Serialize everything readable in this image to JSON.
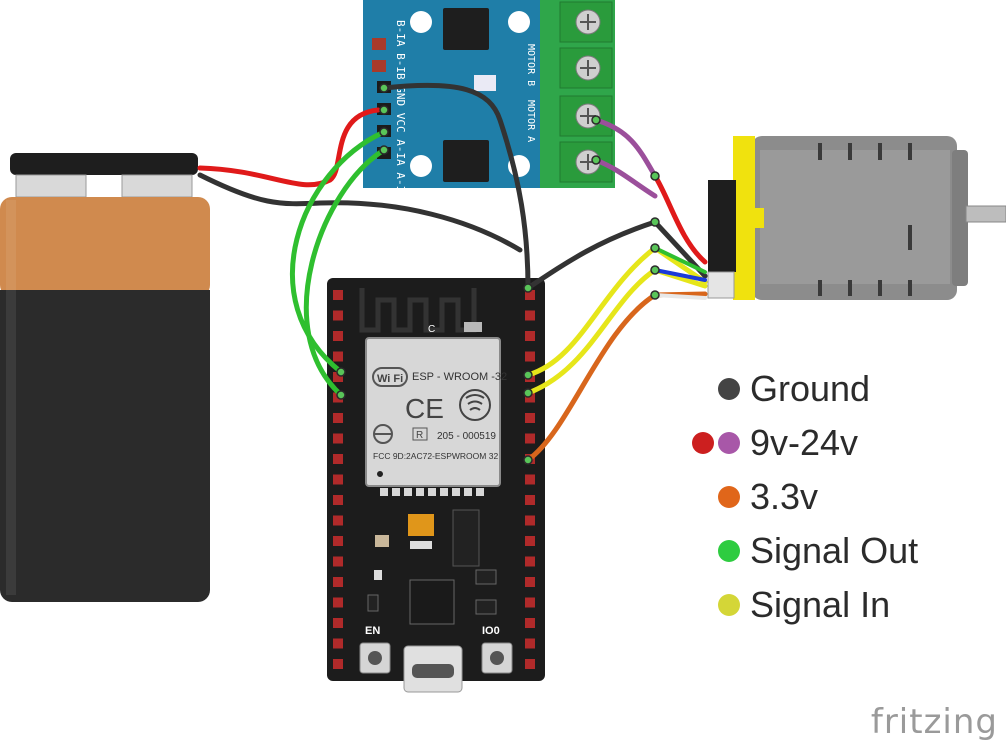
{
  "legend": [
    {
      "label": "Ground",
      "colors": [
        "#444444"
      ]
    },
    {
      "label": "9v-24v",
      "colors": [
        "#cc1f1f",
        "#a857a8"
      ]
    },
    {
      "label": "3.3v",
      "colors": [
        "#e0661a"
      ]
    },
    {
      "label": "Signal Out",
      "colors": [
        "#2ecc40"
      ]
    },
    {
      "label": "Signal In",
      "colors": [
        "#d4d637"
      ]
    }
  ],
  "driver_board": {
    "pin_labels": "B-IA B-IB GND VCC A-IA A-IB",
    "motor_b_label": "MOTOR B",
    "motor_a_label": "MOTOR A"
  },
  "esp32": {
    "module_line1": "ESP - WROOM -32",
    "wifi_logo": "Wi Fi",
    "ce_mark": "CE",
    "r_mark": "R",
    "cert_number": "205 - 000519",
    "fcc_line": "FCC 9D:2AC72-ESPWROOM 32",
    "antenna_mark": "C",
    "button_en": "EN",
    "button_io0": "IO0"
  },
  "brand": "fritzing",
  "wire_colors": {
    "ground": "#333333",
    "power_red": "#e01a1a",
    "motor_purple": "#9b4f9b",
    "orange": "#d8661c",
    "green": "#2fbf2f",
    "yellow": "#e6e61a",
    "blue": "#1a3ad8",
    "white": "#e8e8e8"
  }
}
